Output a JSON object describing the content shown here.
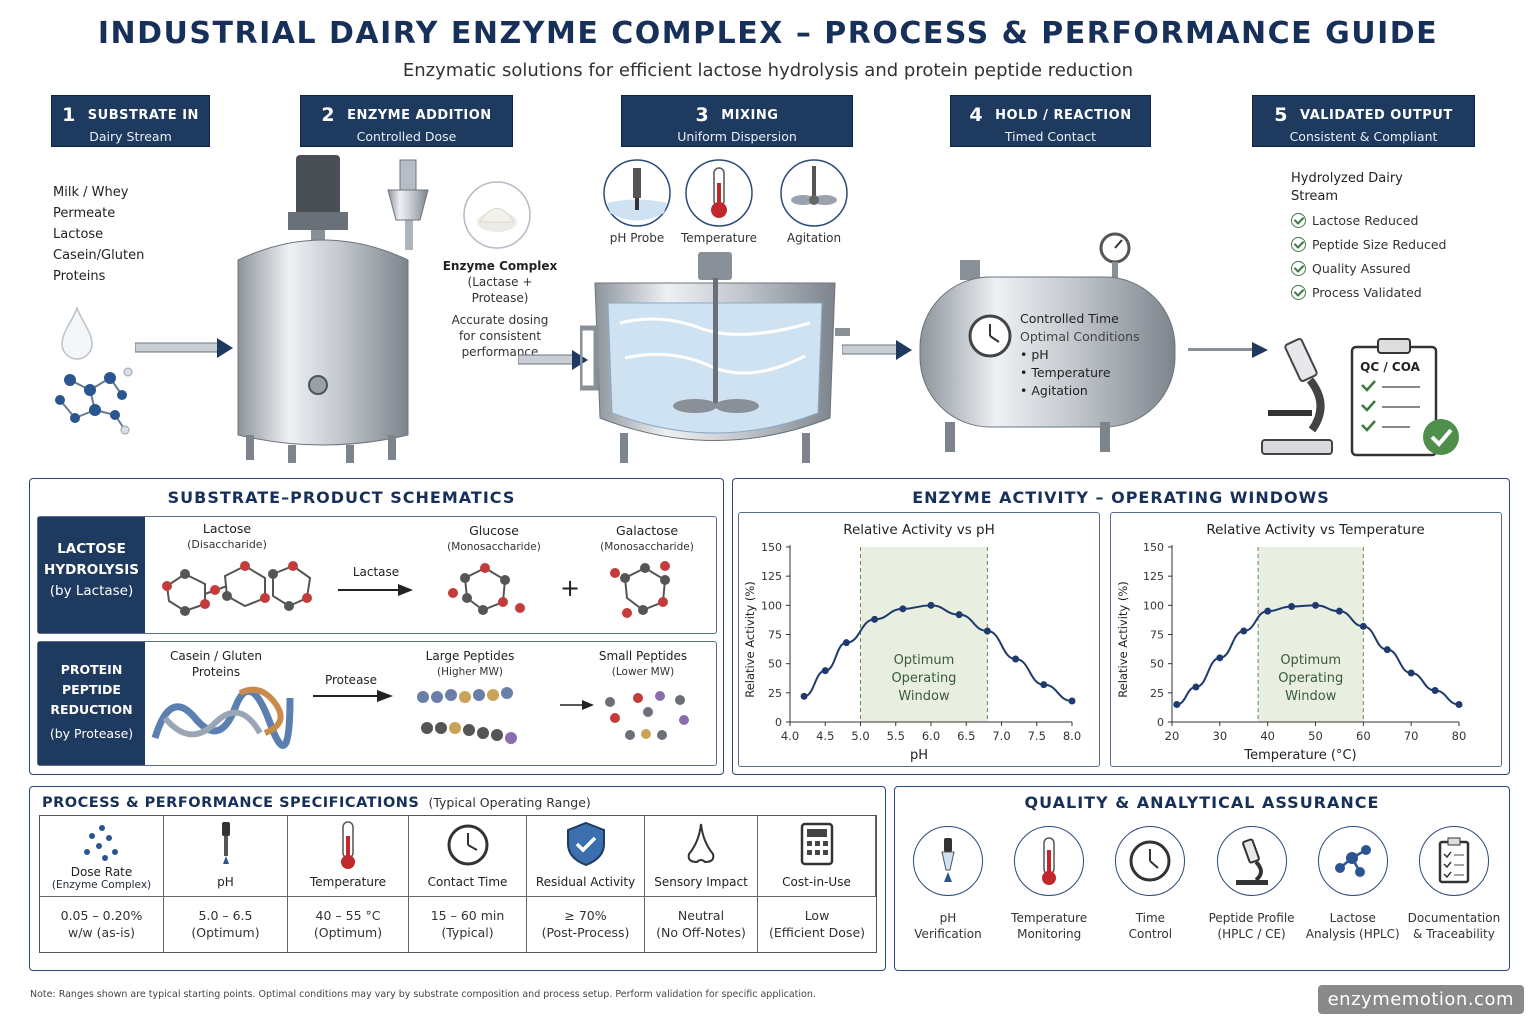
{
  "title": "INDUSTRIAL DAIRY ENZYME COMPLEX – PROCESS & PERFORMANCE GUIDE",
  "subtitle": "Enzymatic solutions for efficient lactose hydrolysis and protein peptide reduction",
  "steps": [
    {
      "num": "1",
      "label": "SUBSTRATE IN",
      "sub": "Dairy Stream"
    },
    {
      "num": "2",
      "label": "ENZYME ADDITION",
      "sub": "Controlled Dose"
    },
    {
      "num": "3",
      "label": "MIXING",
      "sub": "Uniform Dispersion"
    },
    {
      "num": "4",
      "label": "HOLD / REACTION",
      "sub": "Timed Contact"
    },
    {
      "num": "5",
      "label": "VALIDATED OUTPUT",
      "sub": "Consistent & Compliant"
    }
  ],
  "substrates": [
    "Milk / Whey",
    "Permeate",
    "Lactose",
    "Casein/Gluten",
    "Proteins"
  ],
  "enzyme": {
    "name": "Enzyme Complex",
    "desc": "(Lactase + Protease)",
    "note1": "Accurate dosing",
    "note2": "for consistent",
    "note3": "performance"
  },
  "mix_icons": [
    "pH Probe",
    "Temperature",
    "Agitation"
  ],
  "hold": {
    "title": "Controlled Time",
    "cond": "Optimal Conditions",
    "items": [
      "pH",
      "Temperature",
      "Agitation"
    ]
  },
  "output": {
    "title1": "Hydrolyzed Dairy",
    "title2": "Stream",
    "checks": [
      "Lactose Reduced",
      "Peptide Size Reduced",
      "Quality Assured",
      "Process Validated"
    ],
    "qc": "QC / COA"
  },
  "schematics": {
    "heading": "SUBSTRATE–PRODUCT SCHEMATICS",
    "lactose": {
      "l1": "LACTOSE",
      "l2": "HYDROLYSIS",
      "l3": "(by Lactase)",
      "sub": "Lactose",
      "subdesc": "(Disaccharide)",
      "arrow": "Lactase",
      "p1": "Glucose",
      "p1d": "(Monosaccharide)",
      "p2": "Galactose",
      "p2d": "(Monosaccharide)",
      "plus": "+"
    },
    "protein": {
      "l1": "PROTEIN PEPTIDE",
      "l2": "REDUCTION",
      "l3": "(by Protease)",
      "sub1": "Casein / Gluten",
      "sub2": "Proteins",
      "arrow": "Protease",
      "p1": "Large Peptides",
      "p1d": "(Higher MW)",
      "p2": "Small Peptides",
      "p2d": "(Lower MW)"
    }
  },
  "activity_heading": "ENZYME ACTIVITY – OPERATING WINDOWS",
  "optimum_label": [
    "Optimum",
    "Operating",
    "Window"
  ],
  "chart_data": [
    {
      "type": "line",
      "title": "Relative Activity vs pH",
      "xlabel": "pH",
      "ylabel": "Relative Activity (%)",
      "xlim": [
        4.0,
        8.0
      ],
      "ylim": [
        0,
        150
      ],
      "xticks": [
        "4.0",
        "4.5",
        "5.0",
        "5.5",
        "6.0",
        "6.5",
        "7.0",
        "7.5",
        "8.0"
      ],
      "yticks": [
        "0",
        "25",
        "50",
        "75",
        "100",
        "125",
        "150"
      ],
      "optimum_window": [
        5.0,
        6.8
      ],
      "x": [
        4.2,
        4.5,
        4.8,
        5.2,
        5.6,
        6.0,
        6.4,
        6.8,
        7.2,
        7.6,
        8.0
      ],
      "y": [
        22,
        44,
        68,
        88,
        97,
        100,
        92,
        78,
        54,
        32,
        18
      ]
    },
    {
      "type": "line",
      "title": "Relative Activity vs Temperature",
      "xlabel": "Temperature (°C)",
      "ylabel": "Relative Activity (%)",
      "xlim": [
        20,
        80
      ],
      "ylim": [
        0,
        150
      ],
      "xticks": [
        "20",
        "30",
        "40",
        "50",
        "60",
        "70",
        "80"
      ],
      "yticks": [
        "0",
        "25",
        "50",
        "75",
        "100",
        "125",
        "150"
      ],
      "optimum_window": [
        38,
        60
      ],
      "x": [
        21,
        25,
        30,
        35,
        40,
        45,
        50,
        55,
        60,
        65,
        70,
        75,
        80
      ],
      "y": [
        15,
        30,
        55,
        78,
        95,
        99,
        100,
        95,
        82,
        62,
        42,
        27,
        15
      ]
    }
  ],
  "specs": {
    "heading": "PROCESS & PERFORMANCE SPECIFICATIONS",
    "sub": "(Typical Operating Range)",
    "cols": [
      {
        "label": "Dose Rate",
        "label2": "(Enzyme Complex)",
        "v1": "0.05 – 0.20%",
        "v2": "w/w (as-is)"
      },
      {
        "label": "pH",
        "label2": "",
        "v1": "5.0 – 6.5",
        "v2": "(Optimum)"
      },
      {
        "label": "Temperature",
        "label2": "",
        "v1": "40 – 55 °C",
        "v2": "(Optimum)"
      },
      {
        "label": "Contact Time",
        "label2": "",
        "v1": "15 – 60 min",
        "v2": "(Typical)"
      },
      {
        "label": "Residual Activity",
        "label2": "",
        "v1": "≥ 70%",
        "v2": "(Post-Process)"
      },
      {
        "label": "Sensory Impact",
        "label2": "",
        "v1": "Neutral",
        "v2": "(No Off-Notes)"
      },
      {
        "label": "Cost-in-Use",
        "label2": "",
        "v1": "Low",
        "v2": "(Efficient Dose)"
      }
    ]
  },
  "qa": {
    "heading": "QUALITY & ANALYTICAL ASSURANCE",
    "items": [
      {
        "l1": "pH",
        "l2": "Verification"
      },
      {
        "l1": "Temperature",
        "l2": "Monitoring"
      },
      {
        "l1": "Time",
        "l2": "Control"
      },
      {
        "l1": "Peptide Profile",
        "l2": "(HPLC / CE)"
      },
      {
        "l1": "Lactose",
        "l2": "Analysis (HPLC)"
      },
      {
        "l1": "Documentation",
        "l2": "& Traceability"
      }
    ]
  },
  "note": "Note: Ranges shown are typical starting points. Optimal conditions may vary by substrate composition and process setup. Perform validation for specific application.",
  "watermark": "enzymemotion.com",
  "colors": {
    "navy": "#1f3a5f",
    "curve": "#1f3a6e",
    "window": "#e8efe0",
    "steel": "#b8bec6"
  }
}
